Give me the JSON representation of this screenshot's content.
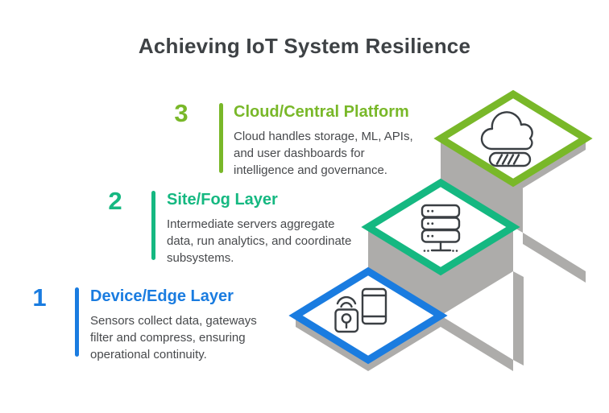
{
  "title": "Achieving IoT System Resilience",
  "colors": {
    "green_accent": "#79b829",
    "teal_accent": "#15b881",
    "blue_accent": "#1a7ce0",
    "stair_gray": "#adacaa",
    "title_text": "#3e4245",
    "body_text": "#47494c"
  },
  "steps": [
    {
      "number": "3",
      "heading": "Cloud/Central Platform",
      "description_lines": [
        "Cloud handles storage, ML, APIs,",
        "and user dashboards for",
        "intelligence and governance."
      ],
      "color": "#79b829",
      "icon": "cloud-icon"
    },
    {
      "number": "2",
      "heading": "Site/Fog Layer",
      "description_lines": [
        "Intermediate servers aggregate",
        "data, run analytics, and coordinate",
        "subsystems."
      ],
      "color": "#15b881",
      "icon": "server-stack-icon"
    },
    {
      "number": "1",
      "heading": "Device/Edge Layer",
      "description_lines": [
        "Sensors collect data, gateways",
        "filter and compress, ensuring",
        "operational continuity."
      ],
      "color": "#1a7ce0",
      "icon": "iot-devices-icon"
    }
  ]
}
